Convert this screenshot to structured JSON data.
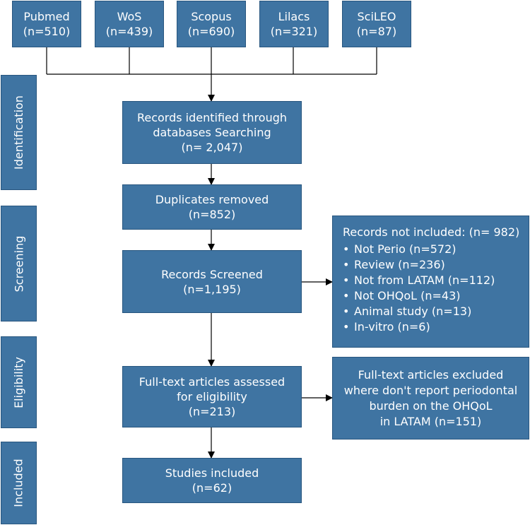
{
  "databases": [
    {
      "name": "Pubmed",
      "count": "(n=510)"
    },
    {
      "name": "WoS",
      "count": "(n=439)"
    },
    {
      "name": "Scopus",
      "count": "(n=690)"
    },
    {
      "name": "Lilacs",
      "count": "(n=321)"
    },
    {
      "name": "SciLEO",
      "count": "(n=87)"
    }
  ],
  "stages": [
    "Identification",
    "Screening",
    "Eligibility",
    "Included"
  ],
  "flow": {
    "identified": {
      "lines": [
        "Records identified through",
        "databases Searching",
        "(n= 2,047)"
      ]
    },
    "duplicates": {
      "lines": [
        "Duplicates removed",
        "(n=852)"
      ]
    },
    "screened": {
      "lines": [
        "Records Screened",
        "(n=1,195)"
      ]
    },
    "fulltext": {
      "lines": [
        "Full-text articles assessed",
        "for eligibility",
        "(n=213)"
      ]
    },
    "included": {
      "lines": [
        "Studies included",
        "(n=62)"
      ]
    }
  },
  "not_included": {
    "title": "Records not included: (n= 982)",
    "items": [
      "Not Perio (n=572)",
      "Review (n=236)",
      "Not from LATAM (n=112)",
      "Not OHQoL (n=43)",
      "Animal study (n=13)",
      "In-vitro (n=6)"
    ]
  },
  "excluded": {
    "lines": [
      "Full-text articles excluded",
      "where don't report periodontal",
      "burden on the OHQoL",
      "in LATAM (n=151)"
    ]
  },
  "colors": {
    "box_fill": "#3f74a2",
    "box_border": "#28567f",
    "text": "#ffffff",
    "connector": "#000000"
  }
}
